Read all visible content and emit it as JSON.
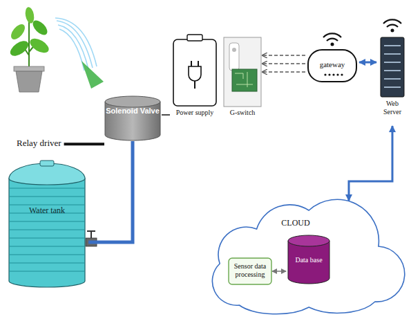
{
  "diagram": {
    "nodes": [
      {
        "text": [
          "Solenoid Valve"
        ]
      },
      {
        "text": [
          "Water tank"
        ]
      },
      {
        "text": [
          "Power supply"
        ]
      },
      {
        "text": [
          "G-switch"
        ]
      },
      {
        "text": [
          "gateway"
        ]
      },
      {
        "text": [
          "Web Server"
        ]
      },
      {
        "text": [
          "CLOUD"
        ]
      },
      {
        "text": [
          "Sensor data processing"
        ],
        "in": 6
      },
      {
        "text": [
          "Data base"
        ],
        "in": 6
      }
    ],
    "edges": [
      {
        "from": 1,
        "to": 0,
        "arrow": "none"
      },
      {
        "from": 0,
        "to": 2,
        "arrow": "none"
      },
      {
        "from": 4,
        "to": 3,
        "arrow": "to"
      },
      {
        "from": 4,
        "to": 3,
        "arrow": "to"
      },
      {
        "from": 4,
        "to": 3,
        "arrow": "to"
      },
      {
        "from": 4,
        "to": 5,
        "arrow": "both"
      },
      {
        "from": 5,
        "to": 6,
        "arrow": "both"
      },
      {
        "from": 7,
        "to": 8,
        "arrow": "both"
      }
    ],
    "labels": [
      "Relay driver"
    ]
  }
}
